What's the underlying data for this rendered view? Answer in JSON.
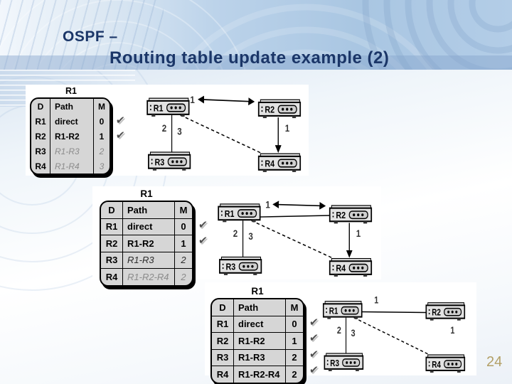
{
  "slide": {
    "title_line1": "OSPF –",
    "title_line2": "Routing table update example (2)",
    "page_number": "24"
  },
  "colors": {
    "title": "#1b3668",
    "page_number": "#b3a067",
    "table_bg": "#d6d6d6",
    "check": "#4f4f4f"
  },
  "tables": [
    {
      "name": "R1",
      "columns": [
        "D",
        "Path",
        "M"
      ],
      "grid": false,
      "rows": [
        {
          "d": "R1",
          "path": "direct",
          "m": "0",
          "style": "confirmed",
          "check": true
        },
        {
          "d": "R2",
          "path": "R1-R2",
          "m": "1",
          "style": "confirmed",
          "check": true
        },
        {
          "d": "R3",
          "path": "R1-R3",
          "m": "2",
          "style": "tentative-gray",
          "check": false
        },
        {
          "d": "R4",
          "path": "R1-R4",
          "m": "3",
          "style": "tentative-gray",
          "check": false
        }
      ]
    },
    {
      "name": "R1",
      "columns": [
        "D",
        "Path",
        "M"
      ],
      "grid": true,
      "rows": [
        {
          "d": "R1",
          "path": "direct",
          "m": "0",
          "style": "confirmed",
          "check": true
        },
        {
          "d": "R2",
          "path": "R1-R2",
          "m": "1",
          "style": "confirmed",
          "check": true
        },
        {
          "d": "R3",
          "path": "R1-R3",
          "m": "2",
          "style": "tentative",
          "check": false
        },
        {
          "d": "R4",
          "path": "R1-R2-R4",
          "m": "2",
          "style": "tentative-gray",
          "check": false
        }
      ]
    },
    {
      "name": "R1",
      "columns": [
        "D",
        "Path",
        "M"
      ],
      "grid": true,
      "rows": [
        {
          "d": "R1",
          "path": "direct",
          "m": "0",
          "style": "confirmed",
          "check": true
        },
        {
          "d": "R2",
          "path": "R1-R2",
          "m": "1",
          "style": "confirmed",
          "check": true
        },
        {
          "d": "R3",
          "path": "R1-R3",
          "m": "2",
          "style": "confirmed",
          "check": true
        },
        {
          "d": "R4",
          "path": "R1-R2-R4",
          "m": "2",
          "style": "confirmed",
          "check": true
        }
      ]
    }
  ],
  "topologies": [
    {
      "routers": [
        "R1",
        "R2",
        "R3",
        "R4"
      ],
      "links": [
        {
          "from": "R1",
          "to": "R2",
          "kind": "double-arrow",
          "label": "1"
        },
        {
          "from": "R1",
          "to": "R3",
          "kind": "solid",
          "label": "2"
        },
        {
          "from": "R1",
          "to": "R4",
          "kind": "dashed",
          "label": "3"
        },
        {
          "from": "R2",
          "to": "R4",
          "kind": "arrow-down",
          "label": "1"
        }
      ]
    },
    {
      "routers": [
        "R1",
        "R2",
        "R3",
        "R4"
      ],
      "links": [
        {
          "from": "R1",
          "to": "R2",
          "kind": "solid-plus-double-arrow",
          "label": "1"
        },
        {
          "from": "R1",
          "to": "R3",
          "kind": "solid",
          "label": "2"
        },
        {
          "from": "R1",
          "to": "R4",
          "kind": "dashed",
          "label": "3"
        },
        {
          "from": "R2",
          "to": "R4",
          "kind": "arrow-down",
          "label": "1"
        }
      ]
    },
    {
      "routers": [
        "R1",
        "R2",
        "R3",
        "R4"
      ],
      "links": [
        {
          "from": "R1",
          "to": "R2",
          "kind": "solid",
          "label": "1"
        },
        {
          "from": "R1",
          "to": "R3",
          "kind": "solid",
          "label": "2"
        },
        {
          "from": "R1",
          "to": "R4",
          "kind": "dashed",
          "label": "3"
        },
        {
          "from": "R2",
          "to": "R4",
          "kind": "label-only",
          "label": "1"
        }
      ]
    }
  ]
}
